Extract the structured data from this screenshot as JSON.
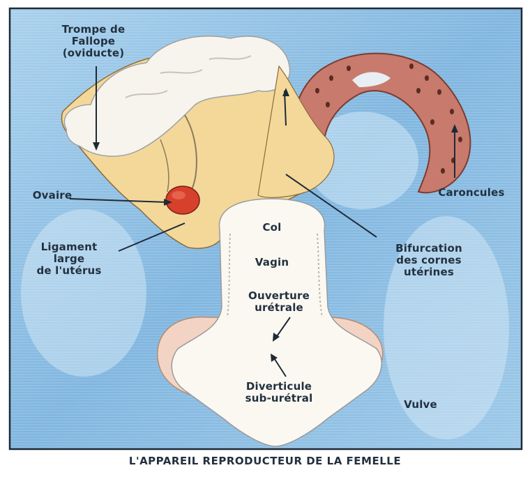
{
  "labels": {
    "oviduct": "Trompe de\nFallope\n(oviducte)",
    "ovary": "Ovaire",
    "broad_ligament": "Ligament\nlarge\nde l'utérus",
    "caruncles": "Caroncules",
    "cervix": "Col",
    "vagina": "Vagin",
    "bifurcation": "Bifurcation\ndes cornes\nutérines",
    "urethral_opening": "Ouverture\nurétrale",
    "suburethral_diverticulum": "Diverticule\nsub-urétral",
    "vulva": "Vulve"
  },
  "caption": "L'APPAREIL REPRODUCTEUR DE LA FEMELLE",
  "colors": {
    "background": "#8fc0e4",
    "frame": "#1e2a36",
    "tissue": "#f3d89a",
    "uterine_horn": "#c87a6c",
    "caruncle_spots": "#5a2c22",
    "ovary": "#d6402c",
    "oviduct": "#f7f4ee",
    "vagina": "#fbf8f2",
    "vulva": "#f3d4c4"
  }
}
